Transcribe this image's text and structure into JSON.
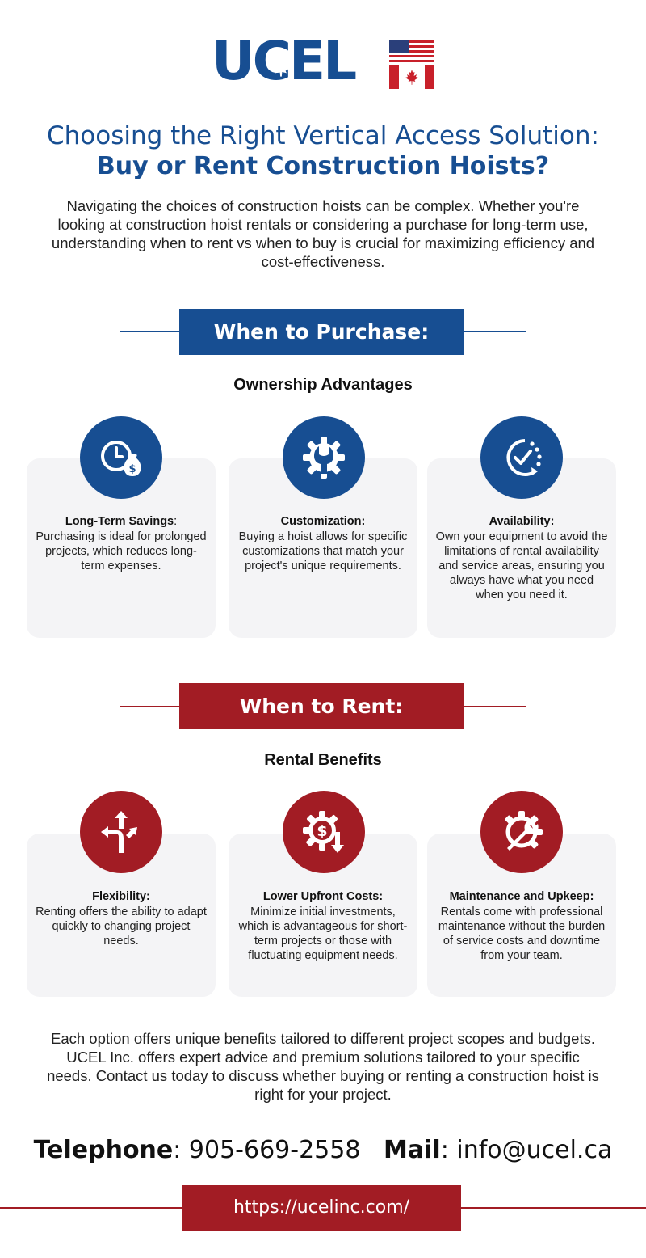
{
  "logo": {
    "text": "UCEL"
  },
  "colors": {
    "blue": "#174e92",
    "red": "#a21c24",
    "card": "#f4f4f6"
  },
  "title_line1": "Choosing the Right Vertical Access Solution:",
  "title_line2": "Buy or Rent Construction Hoists?",
  "intro": "Navigating the choices of construction hoists can be complex. Whether you're looking at construction hoist rentals or considering a purchase for long-term use, understanding when to rent vs when to buy is crucial for maximizing efficiency and cost-effectiveness.",
  "purchase": {
    "heading": "When to Purchase:",
    "subheading": "Ownership Advantages",
    "cards": [
      {
        "icon": "clock-money-icon",
        "title": "Long-Term Savings",
        "title_suffix": ":",
        "body": "Purchasing is ideal for prolonged projects, which reduces long-term expenses."
      },
      {
        "icon": "gear-wrench-icon",
        "title": "Customization:",
        "title_suffix": "",
        "body": "Buying a hoist allows for specific customizations that match your project's unique requirements."
      },
      {
        "icon": "clock-check-icon",
        "title": "Availability:",
        "title_suffix": "",
        "body": "Own your equipment to avoid the limitations of rental availability and service areas, ensuring you always have what you need when you need it."
      }
    ]
  },
  "rent": {
    "heading": "When to Rent:",
    "subheading": "Rental Benefits",
    "cards": [
      {
        "icon": "split-arrows-icon",
        "title": "Flexibility:",
        "body": "Renting offers the ability to adapt quickly to changing project needs."
      },
      {
        "icon": "gear-dollar-icon",
        "title": "Lower Upfront Costs:",
        "body": "Minimize initial investments, which is advantageous for short-term projects or those with fluctuating equipment needs."
      },
      {
        "icon": "gear-tools-icon",
        "title": "Maintenance and Upkeep:",
        "body": "Rentals come with professional maintenance without the burden of service costs and downtime from your team."
      }
    ]
  },
  "outro": "Each option offers unique benefits tailored to different project scopes and budgets. UCEL Inc. offers expert advice and premium solutions tailored to your specific needs. Contact us today to discuss whether buying or renting a construction hoist is right for your project.",
  "contact": {
    "tel_label": "Telephone",
    "tel_value": ": 905-669-2558",
    "mail_label": "Mail",
    "mail_value": ": info@ucel.ca"
  },
  "url": "https://ucelinc.com/"
}
